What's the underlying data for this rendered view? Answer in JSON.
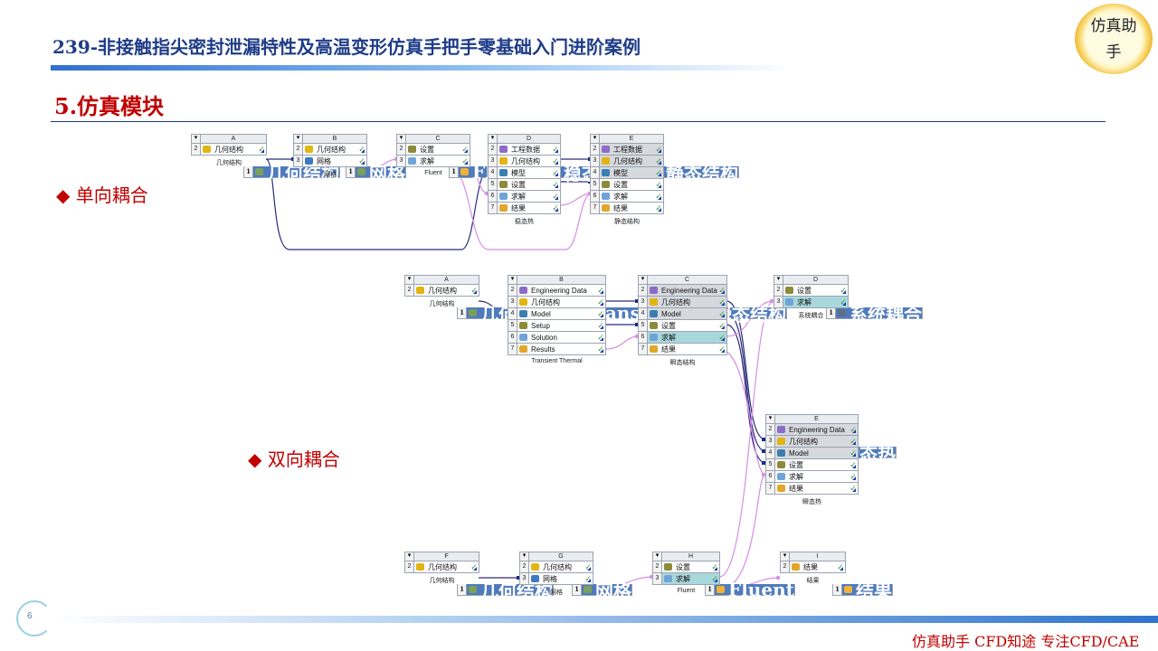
{
  "header": {
    "title": "239-非接触指尖密封泄漏特性及高温变形仿真手把手零基础入门进阶案例",
    "logo_chars": [
      "仿",
      "真",
      "助",
      "手"
    ]
  },
  "section": {
    "title": "5.仿真模块"
  },
  "labels": {
    "one_way": "◆ 单向耦合",
    "two_way": "◆ 双向耦合"
  },
  "colors": {
    "title_blue": "#1f3c88",
    "accent_red": "#c00000",
    "cell_header": "#4f7bbd",
    "wire_dark": "#2b2a7a",
    "wire_pink": "#d98ce6"
  },
  "systems": [
    {
      "letter": "A",
      "caption": "几何结构",
      "rows": [
        {
          "n": "1",
          "t": "几何结构",
          "icon": "geometry-icon",
          "style": "title",
          "check": false,
          "tri": false
        },
        {
          "n": "2",
          "t": "几何结构",
          "icon": "geometry-cell-icon",
          "style": "normal",
          "check": true,
          "tri": true
        }
      ]
    },
    {
      "letter": "B",
      "caption": "网格",
      "rows": [
        {
          "n": "1",
          "t": "网格",
          "icon": "mesh-icon",
          "style": "title",
          "check": false,
          "tri": false
        },
        {
          "n": "2",
          "t": "几何结构",
          "icon": "geometry-cell-icon",
          "style": "normal",
          "check": true,
          "tri": true
        },
        {
          "n": "3",
          "t": "网格",
          "icon": "mesh-cell-icon",
          "style": "normal",
          "check": true,
          "tri": true
        }
      ]
    },
    {
      "letter": "C",
      "caption": "Fluent",
      "rows": [
        {
          "n": "1",
          "t": "Fluent",
          "icon": "fluent-icon",
          "style": "title",
          "check": false,
          "tri": false
        },
        {
          "n": "2",
          "t": "设置",
          "icon": "setup-icon",
          "style": "normal",
          "check": true,
          "tri": true
        },
        {
          "n": "3",
          "t": "求解",
          "icon": "solution-icon",
          "style": "normal",
          "check": true,
          "tri": true
        }
      ]
    },
    {
      "letter": "D",
      "caption": "稳态热",
      "rows": [
        {
          "n": "1",
          "t": "稳态热",
          "icon": "thermal-icon",
          "style": "title",
          "check": false,
          "tri": false
        },
        {
          "n": "2",
          "t": "工程数据",
          "icon": "engineering-data-icon",
          "style": "normal",
          "check": true,
          "tri": true
        },
        {
          "n": "3",
          "t": "几何结构",
          "icon": "geometry-cell-icon",
          "style": "normal",
          "check": true,
          "tri": true
        },
        {
          "n": "4",
          "t": "模型",
          "icon": "model-icon",
          "style": "normal",
          "check": true,
          "tri": true
        },
        {
          "n": "5",
          "t": "设置",
          "icon": "setup-icon",
          "style": "normal",
          "check": true,
          "tri": true
        },
        {
          "n": "6",
          "t": "求解",
          "icon": "solution-icon",
          "style": "normal",
          "check": true,
          "tri": true
        },
        {
          "n": "7",
          "t": "结果",
          "icon": "results-icon",
          "style": "normal",
          "check": true,
          "tri": true
        }
      ]
    },
    {
      "letter": "E",
      "caption": "静态结构",
      "rows": [
        {
          "n": "1",
          "t": "静态结构",
          "icon": "static-structural-icon",
          "style": "title",
          "check": false,
          "tri": false
        },
        {
          "n": "2",
          "t": "工程数据",
          "icon": "engineering-data-icon",
          "style": "gray",
          "check": true,
          "tri": true
        },
        {
          "n": "3",
          "t": "几何结构",
          "icon": "geometry-cell-icon",
          "style": "gray",
          "check": true,
          "tri": true
        },
        {
          "n": "4",
          "t": "模型",
          "icon": "model-icon",
          "style": "gray",
          "check": true,
          "tri": true
        },
        {
          "n": "5",
          "t": "设置",
          "icon": "setup-icon",
          "style": "normal",
          "check": true,
          "tri": true
        },
        {
          "n": "6",
          "t": "求解",
          "icon": "solution-icon",
          "style": "normal",
          "check": true,
          "tri": true
        },
        {
          "n": "7",
          "t": "结果",
          "icon": "results-icon",
          "style": "normal",
          "check": true,
          "tri": true
        }
      ]
    },
    {
      "letter": "A",
      "caption": "几何结构",
      "rows": [
        {
          "n": "1",
          "t": "几何结构",
          "icon": "geometry-icon",
          "style": "title",
          "check": false,
          "tri": false
        },
        {
          "n": "2",
          "t": "几何结构",
          "icon": "geometry-cell-icon",
          "style": "normal",
          "check": true,
          "tri": true
        }
      ]
    },
    {
      "letter": "B",
      "caption": "Transient Thermal",
      "rows": [
        {
          "n": "1",
          "t": "Transient Thermal",
          "icon": "transient-thermal-icon",
          "style": "title",
          "check": false,
          "tri": false
        },
        {
          "n": "2",
          "t": "Engineering Data",
          "icon": "engineering-data-icon",
          "style": "normal",
          "check": true,
          "tri": true
        },
        {
          "n": "3",
          "t": "几何结构",
          "icon": "geometry-cell-icon",
          "style": "normal",
          "check": true,
          "tri": true
        },
        {
          "n": "4",
          "t": "Model",
          "icon": "model-icon",
          "style": "normal",
          "check": true,
          "tri": true
        },
        {
          "n": "5",
          "t": "Setup",
          "icon": "setup-icon",
          "style": "normal",
          "check": true,
          "tri": true
        },
        {
          "n": "6",
          "t": "Solution",
          "icon": "solution-icon",
          "style": "normal",
          "check": true,
          "tri": true
        },
        {
          "n": "7",
          "t": "Results",
          "icon": "results-icon",
          "style": "normal",
          "check": true,
          "tri": true
        }
      ]
    },
    {
      "letter": "C",
      "caption": "瞬态结构",
      "rows": [
        {
          "n": "1",
          "t": "瞬态结构",
          "icon": "transient-structural-icon",
          "style": "title",
          "check": false,
          "tri": false
        },
        {
          "n": "2",
          "t": "Engineering Data",
          "icon": "engineering-data-icon",
          "style": "gray",
          "check": true,
          "tri": true
        },
        {
          "n": "3",
          "t": "几何结构",
          "icon": "geometry-cell-icon",
          "style": "gray",
          "check": true,
          "tri": true
        },
        {
          "n": "4",
          "t": "Model",
          "icon": "model-icon",
          "style": "gray",
          "check": true,
          "tri": true
        },
        {
          "n": "5",
          "t": "设置",
          "icon": "setup-icon",
          "style": "normal",
          "check": true,
          "tri": true
        },
        {
          "n": "6",
          "t": "求解",
          "icon": "solution-icon",
          "style": "teal",
          "check": true,
          "tri": true
        },
        {
          "n": "7",
          "t": "结果",
          "icon": "results-icon",
          "style": "normal",
          "check": true,
          "tri": true
        }
      ]
    },
    {
      "letter": "D",
      "caption": "系统耦合",
      "rows": [
        {
          "n": "1",
          "t": "系统耦合",
          "icon": "system-coupling-icon",
          "style": "title",
          "check": false,
          "tri": false
        },
        {
          "n": "2",
          "t": "设置",
          "icon": "setup-icon",
          "style": "normal",
          "check": true,
          "tri": true
        },
        {
          "n": "3",
          "t": "求解",
          "icon": "solution-icon",
          "style": "teal",
          "check": true,
          "tri": true
        }
      ]
    },
    {
      "letter": "E",
      "caption": "瞬态热",
      "rows": [
        {
          "n": "1",
          "t": "瞬态热",
          "icon": "transient-thermal-icon",
          "style": "title",
          "check": false,
          "tri": false
        },
        {
          "n": "2",
          "t": "Engineering Data",
          "icon": "engineering-data-icon",
          "style": "gray",
          "check": true,
          "tri": true
        },
        {
          "n": "3",
          "t": "几何结构",
          "icon": "geometry-cell-icon",
          "style": "gray",
          "check": true,
          "tri": true
        },
        {
          "n": "4",
          "t": "Model",
          "icon": "model-icon",
          "style": "gray",
          "check": true,
          "tri": true
        },
        {
          "n": "5",
          "t": "设置",
          "icon": "setup-icon",
          "style": "normal",
          "check": true,
          "tri": true
        },
        {
          "n": "6",
          "t": "求解",
          "icon": "solution-icon",
          "style": "normal",
          "check": true,
          "tri": true
        },
        {
          "n": "7",
          "t": "结果",
          "icon": "results-icon",
          "style": "normal",
          "check": true,
          "tri": true
        }
      ]
    },
    {
      "letter": "F",
      "caption": "几何结构",
      "rows": [
        {
          "n": "1",
          "t": "几何结构",
          "icon": "geometry-icon",
          "style": "title",
          "check": false,
          "tri": false
        },
        {
          "n": "2",
          "t": "几何结构",
          "icon": "geometry-cell-icon",
          "style": "normal",
          "check": true,
          "tri": true
        }
      ]
    },
    {
      "letter": "G",
      "caption": "网格",
      "rows": [
        {
          "n": "1",
          "t": "网格",
          "icon": "mesh-icon",
          "style": "title",
          "check": false,
          "tri": false
        },
        {
          "n": "2",
          "t": "几何结构",
          "icon": "geometry-cell-icon",
          "style": "normal",
          "check": true,
          "tri": true
        },
        {
          "n": "3",
          "t": "网格",
          "icon": "mesh-cell-icon",
          "style": "normal",
          "check": true,
          "tri": true
        }
      ]
    },
    {
      "letter": "H",
      "caption": "Fluent",
      "rows": [
        {
          "n": "1",
          "t": "Fluent",
          "icon": "fluent-icon",
          "style": "title",
          "check": false,
          "tri": false
        },
        {
          "n": "2",
          "t": "设置",
          "icon": "setup-icon",
          "style": "normal",
          "check": true,
          "tri": true
        },
        {
          "n": "3",
          "t": "求解",
          "icon": "solution-icon",
          "style": "teal",
          "check": true,
          "tri": true
        }
      ]
    },
    {
      "letter": "I",
      "caption": "结果",
      "rows": [
        {
          "n": "1",
          "t": "结果",
          "icon": "results-system-icon",
          "style": "title",
          "check": false,
          "tri": false
        },
        {
          "n": "2",
          "t": "结果",
          "icon": "results-icon",
          "style": "normal",
          "check": true,
          "tri": true
        }
      ]
    }
  ],
  "footer": {
    "page": "6",
    "text": "仿真助手 CFD知途 专注CFD/CAE"
  }
}
